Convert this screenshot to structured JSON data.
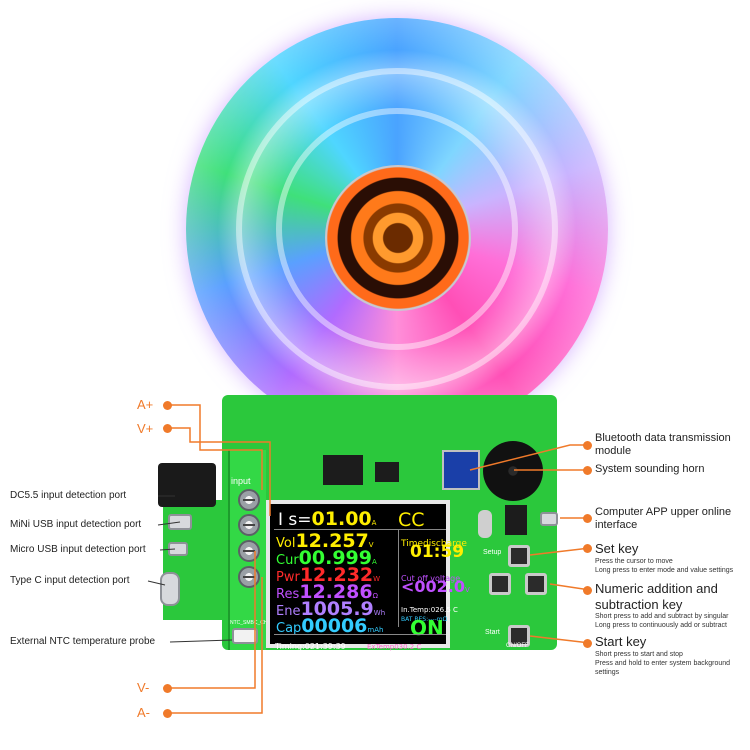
{
  "colors": {
    "callout": "#f07a2a",
    "pcb": "#2bc83c"
  },
  "pins": {
    "a_plus": "A+",
    "v_plus": "V+",
    "v_minus": "V-",
    "a_minus": "A-"
  },
  "left_callouts": {
    "dc55": "DC5.5 input detection port",
    "mini_usb": "MiNi USB input detection port",
    "micro_usb": "Micro USB input detection port",
    "type_c": "Type C input detection port",
    "ntc": "External NTC temperature probe"
  },
  "right_callouts": {
    "bluetooth": {
      "title": "Bluetooth data transmission module"
    },
    "horn": {
      "title": "System sounding horn"
    },
    "app": {
      "title": "Computer APP upper online interface"
    },
    "set": {
      "title": "Set key",
      "desc1": "Press the cursor to move",
      "desc2": "Long press to enter mode and value settings"
    },
    "numeric": {
      "title": "Numeric addition and subtraction key",
      "desc1": "Short press to add and subtract by singular",
      "desc2": "Long press to continuously add or subtract"
    },
    "start": {
      "title": "Start key",
      "desc1": "Short press to start and stop",
      "desc2": "Press and hold to enter system background settings"
    }
  },
  "board": {
    "input_label": "input",
    "setup_label": "Setup",
    "start_label": "Start",
    "onoff_label": "ON/OFF",
    "ntc_label": "NTC_SMBC_CHGR"
  },
  "screen": {
    "is_label": "I s=",
    "is_value": "01.00",
    "is_unit": "A",
    "mode": "CC",
    "vol_label": "Vol",
    "vol_value": "12.257",
    "vol_unit": "V",
    "cur_label": "Cur",
    "cur_value": "00.999",
    "cur_unit": "A",
    "pwr_label": "Pwr",
    "pwr_value": "12.232",
    "pwr_unit": "W",
    "res_label": "Res",
    "res_value": "12.286",
    "res_unit": "Ω",
    "ene_label": "Ene",
    "ene_value": "1005.9",
    "ene_unit": "Wh",
    "cap_label": "Cap",
    "cap_value": "00006",
    "cap_unit": "mAh",
    "timed_label": "Timedischarge",
    "timed_value": "01:59",
    "cutoff_label": "Cut off voltage",
    "cutoff_value": "<002.0",
    "cutoff_unit": "V",
    "intemp": "In.Temp:026.5 C",
    "batres": "BAT RES:----mΩ",
    "state": "ON",
    "timing": "Timing:021:39:39",
    "extemp": "ExTemp030.2 C"
  }
}
